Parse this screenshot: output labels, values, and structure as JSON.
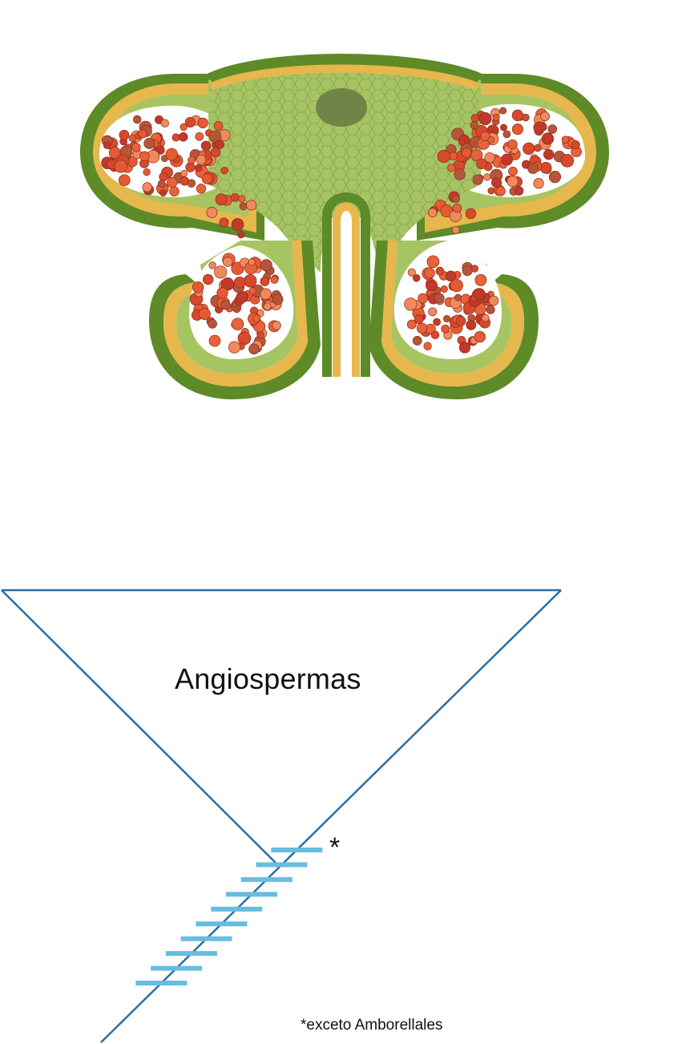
{
  "anther_figure": {
    "colors": {
      "epidermis": "#6a8e2b",
      "endothecium": "#e8b84f",
      "connective_tissue": "#a9c466",
      "vascular_bundle": "#6f8446",
      "pollen": "#d6492c",
      "cell_lines": "#879f52"
    }
  },
  "cladogram": {
    "clade_name": "Angiospermas",
    "marker": "*",
    "footnote": "*exceto Amborellales",
    "colors": {
      "branch_lines": "#2a6fa3",
      "synapomorphy_bars": "#67bde0"
    },
    "synapomorphy_count": 10
  }
}
